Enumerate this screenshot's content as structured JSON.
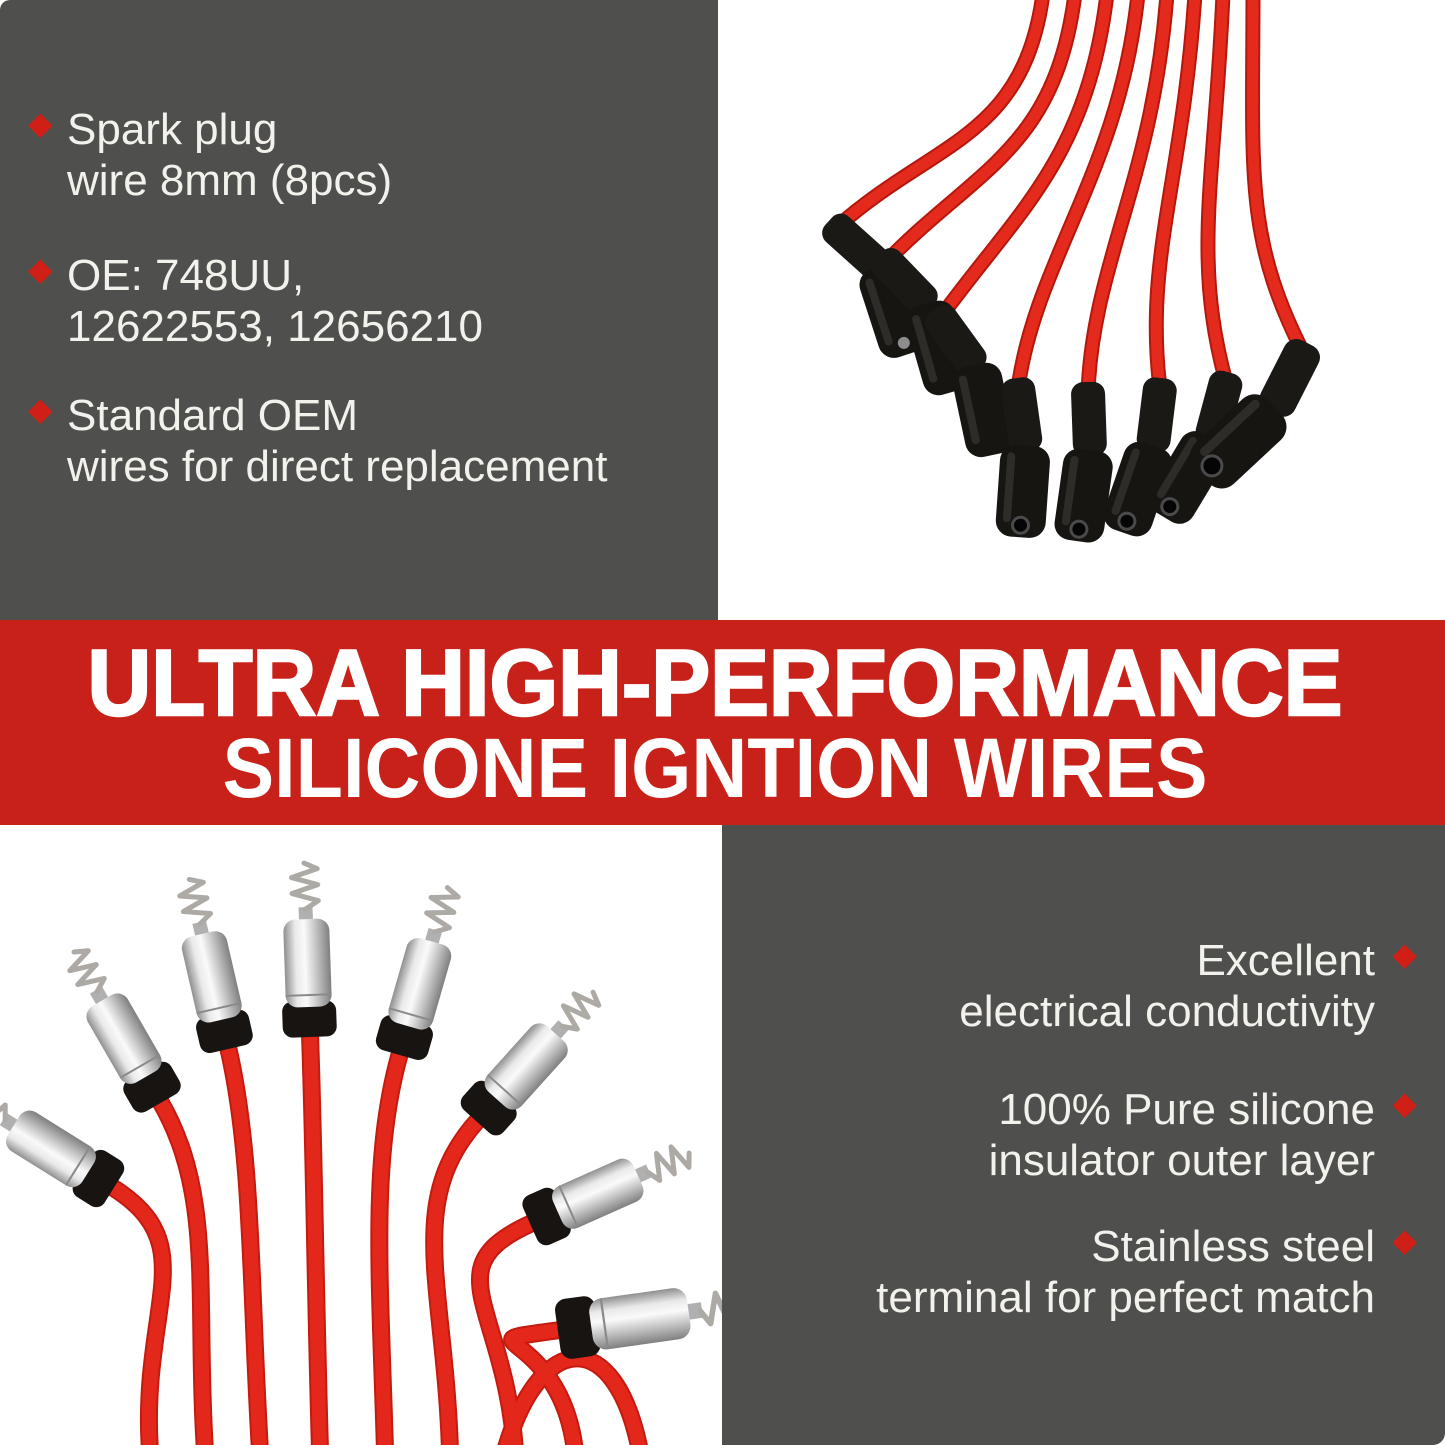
{
  "colors": {
    "panel_gray": "#4f4f4d",
    "banner_red": "#c8211a",
    "diamond_red": "#d01f16",
    "text_white": "#f3f1ec",
    "wire_red": "#e42a1c",
    "wire_red_dark": "#b5170d",
    "boot_black": "#1b1916",
    "terminal_silver": "#d9d9d9",
    "background": "#ffffff"
  },
  "bullet_icon_glyph": "◆",
  "banner": {
    "title": "ULTRA HIGH-PERFORMANCE",
    "subtitle": "SILICONE IGNTION WIRES"
  },
  "panels": {
    "top_left": {
      "bullets": [
        {
          "line1": "Spark plug",
          "line2": "wire 8mm (8pcs)"
        },
        {
          "line1": "OE: 748UU,",
          "line2": "12622553, 12656210"
        },
        {
          "line1": "Standard OEM",
          "line2": "wires for direct replacement"
        }
      ]
    },
    "bottom_right": {
      "bullets": [
        {
          "line1": "Excellent",
          "line2": "electrical conductivity"
        },
        {
          "line1": "100% Pure silicone",
          "line2": "insulator outer layer"
        },
        {
          "line1": "Stainless steel",
          "line2": "terminal for perfect match"
        }
      ]
    }
  },
  "photos": {
    "top_right": "red spark plug wires with black angled boots",
    "bottom_left": "red spark plug wires with stainless steel terminals and springs"
  }
}
